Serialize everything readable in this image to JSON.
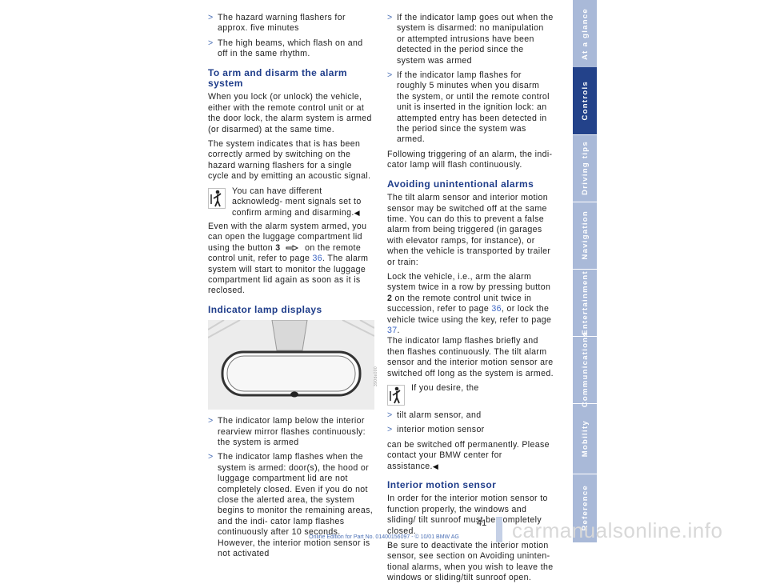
{
  "col1": {
    "bullets_top": [
      "The hazard warning flashers for approx. five minutes",
      "The high beams, which flash on and off in the same rhythm."
    ],
    "h_arm": "To arm and disarm the alarm system",
    "p1": "When you lock (or unlock) the vehicle, either with the remote control unit or at the door lock, the alarm system is armed (or disarmed) at the same time.",
    "p2": "The system indicates that is has been correctly armed by switching on the hazard warning flashers for a single cycle and by emitting an acoustic signal.",
    "note1": "You can have different acknowledg- ment signals set to confirm arming and disarming.",
    "p3_a": "Even with the alarm system armed, you can open the luggage compartment lid using the button ",
    "p3_button": "3",
    "p3_b": " on the remote control unit, refer to page ",
    "p3_page": "36",
    "p3_c": ". The alarm system will start to monitor the luggage compartment lid again as soon as it is reclosed.",
    "h_indicator": "Indicator lamp displays",
    "image_code": "390de000",
    "bullets_bottom": [
      "The indicator lamp below the interior rearview mirror flashes continuously: the system is armed",
      "The indicator lamp flashes when the system is armed: door(s), the hood or luggage compartment lid are not completely closed. Even if you do not close the alerted area, the system begins to monitor the remaining areas, and the indi- cator lamp flashes continuously after 10 seconds. However, the interior motion sensor is not activated"
    ]
  },
  "col2": {
    "bullets_top": [
      "If the indicator lamp goes out when the system is disarmed: no manipulation or attempted intrusions have been detected in the period since the system was armed",
      "If the indicator lamp flashes for roughly 5 minutes when you disarm the system, or until the remote control unit is inserted in the ignition lock: an attempted entry has been detected in the period since the system was armed."
    ],
    "p_follow": "Following triggering of an alarm, the indi- cator lamp will flash continuously.",
    "h_avoid": "Avoiding unintentional alarms",
    "p_avoid": "The tilt alarm sensor and interior motion sensor may be switched off at the same time. You can do this to prevent a false alarm from being triggered (in garages with elevator ramps, for instance), or when the vehicle is transported by trailer or train:",
    "p_lock_a": "Lock the vehicle, i.e., arm the alarm system twice in a row by pressing button ",
    "p_lock_button": "2",
    "p_lock_b": " on the remote control unit twice in succession, refer to page ",
    "p_lock_page1": "36",
    "p_lock_c": ", or lock the vehicle twice using the key, refer to page ",
    "p_lock_page2": "37",
    "p_lock_d": ".",
    "p_lamp": "The indicator lamp flashes briefly and then flashes continuously. The tilt alarm sensor and the interior motion sensor are switched off long as the system is armed.",
    "note2": "If you desire, the",
    "bullets_mid": [
      "tilt alarm sensor, and",
      "interior motion sensor"
    ],
    "p_switch": "can be switched off permanently. Please contact your BMW center for assistance.",
    "h_interior": "Interior motion sensor",
    "p_int1": "In order for the interior motion sensor to function properly, the windows and sliding/ tilt sunroof must be completely closed.",
    "p_int2": "Be sure to deactivate the interior motion sensor, see section on Avoiding uninten- tional alarms, when you wish to leave the windows or sliding/tilt sunroof open."
  },
  "bullet_marker": ">",
  "end_marker": "◀",
  "sidebar_tabs": [
    "At a glance",
    "Controls",
    "Driving tips",
    "Navigation",
    "Entertainment",
    "Communications",
    "Mobility",
    "Reference"
  ],
  "active_tab": "Controls",
  "page_number": "41",
  "footer": "Online Edition for Part No. 01400156097 - © 10/01 BMW AG",
  "watermark": "carmanualsonline.info",
  "colors": {
    "heading": "#1f3d8a",
    "link": "#3d66c4",
    "sidebar": "#a9b9d8",
    "sidebar_active": "#23428a"
  }
}
